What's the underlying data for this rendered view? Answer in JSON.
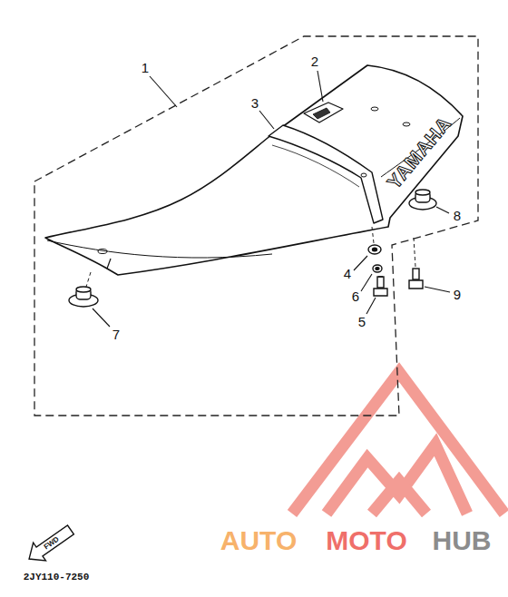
{
  "diagram": {
    "labels": [
      "1",
      "2",
      "3",
      "YAMAHA",
      "8",
      "4",
      "6",
      "5",
      "9",
      "7",
      "FWD",
      "2JY110-7250",
      "AUTO",
      "MOTO",
      "HUB"
    ]
  }
}
